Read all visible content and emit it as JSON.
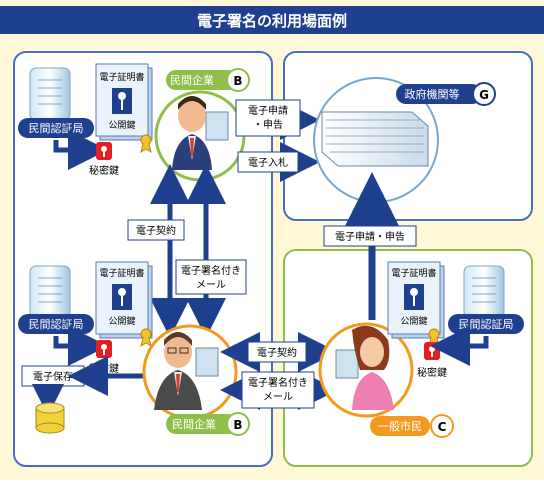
{
  "title": "電子署名の利用場面例",
  "colors": {
    "navy": "#1f3f8f",
    "bg_yellow": "#fff8d6",
    "blue_box": "#4a6ac7",
    "green_box": "#8fbf4a",
    "orange": "#f39a1e"
  },
  "org_top": {
    "label": "民間企業",
    "badge": "B"
  },
  "org_bottom": {
    "label": "民間企業",
    "badge": "B"
  },
  "gov": {
    "label": "政府機関等",
    "badge": "G"
  },
  "citizen": {
    "label": "一般市民",
    "badge": "C"
  },
  "ca_label": "民間認証局",
  "cert": {
    "title": "電子証明書",
    "key": "公開鍵"
  },
  "secret_key": "秘密鍵",
  "storage": "電子保存",
  "flows": {
    "apply_report_1": "電子申請",
    "apply_report_2": "・申告",
    "bid": "電子入札",
    "contract": "電子契約",
    "signed_mail_1": "電子署名付き",
    "signed_mail_2": "メール",
    "apply_report_single": "電子申請・申告"
  },
  "icons": [
    "server-icon",
    "certificate-icon",
    "key-icon",
    "ribbon-icon",
    "businessman-icon",
    "woman-icon",
    "government-building-icon",
    "database-icon"
  ]
}
